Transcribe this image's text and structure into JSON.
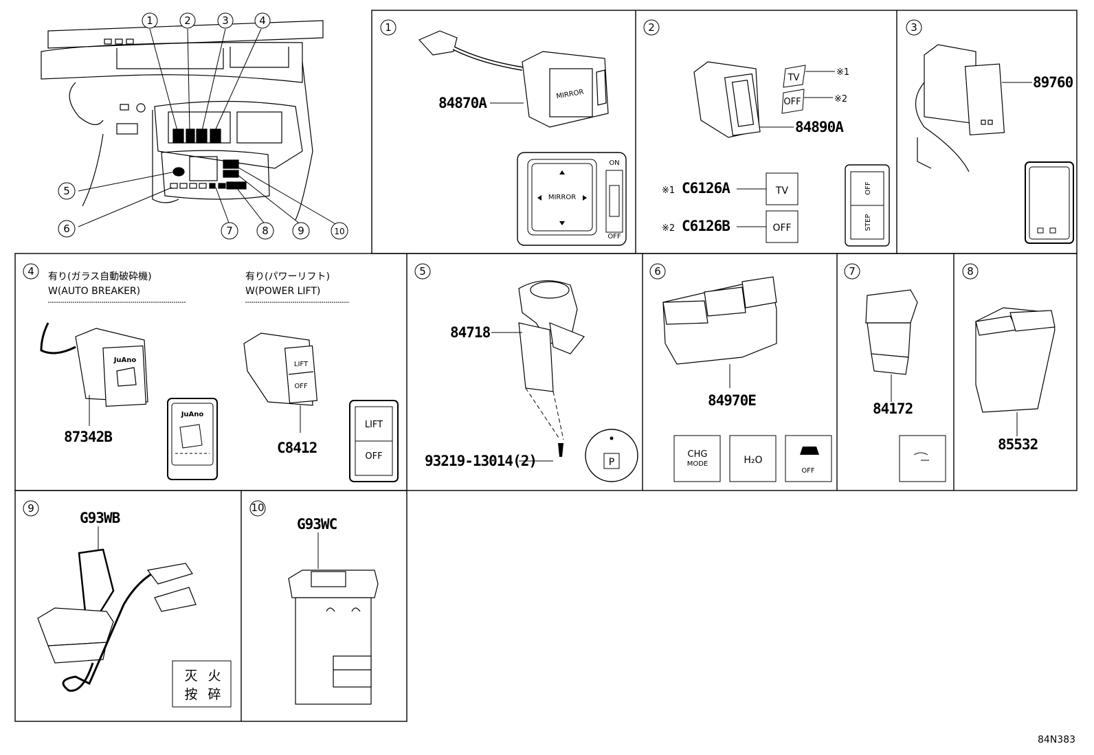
{
  "diagram_code": "84N383",
  "panels": {
    "p1": {
      "number": "1",
      "parts": [
        "84870A"
      ],
      "icon": {
        "mirror": "MIRROR",
        "on": "ON",
        "off": "OFF"
      }
    },
    "p2": {
      "number": "2",
      "parts": [
        "84890A"
      ],
      "note1": "※1",
      "note2": "※2",
      "tag_tv": "TV",
      "tag_off": "OFF",
      "variant1": {
        "mark": "※1",
        "part": "C6126A",
        "label": "TV"
      },
      "variant2": {
        "mark": "※2",
        "part": "C6126B",
        "label": "OFF"
      },
      "icon": {
        "top": "OFF",
        "bottom": "STEP"
      }
    },
    "p3": {
      "number": "3",
      "parts": [
        "89760"
      ]
    },
    "p4": {
      "number": "4",
      "left": {
        "title_jp": "有り(ガラス自動破砕機)",
        "title_en": "W(AUTO BREAKER)",
        "part": "87342B",
        "logo": "JuAno"
      },
      "right": {
        "title_jp": "有り(パワーリフト)",
        "title_en": "W(POWER LIFT)",
        "part": "C8412",
        "top": "LIFT",
        "bottom": "OFF"
      }
    },
    "p5": {
      "number": "5",
      "parts": [
        "84718",
        "93219-13014(2)"
      ],
      "icon": "P"
    },
    "p6": {
      "number": "6",
      "parts": [
        "84970E"
      ],
      "icons": {
        "chg1": "CHG",
        "chg2": "MODE",
        "h2o": "H₂O",
        "off": "OFF"
      }
    },
    "p7": {
      "number": "7",
      "parts": [
        "84172"
      ]
    },
    "p8": {
      "number": "8",
      "parts": [
        "85532"
      ]
    },
    "p9": {
      "number": "9",
      "parts": [
        "G93WB"
      ],
      "glyphs": [
        "灭",
        "火",
        "按",
        "碎"
      ]
    },
    "p10": {
      "number": "10",
      "parts": [
        "G93WC"
      ]
    }
  },
  "overview_callouts": [
    "1",
    "2",
    "3",
    "4",
    "5",
    "6",
    "7",
    "8",
    "9",
    "10"
  ]
}
